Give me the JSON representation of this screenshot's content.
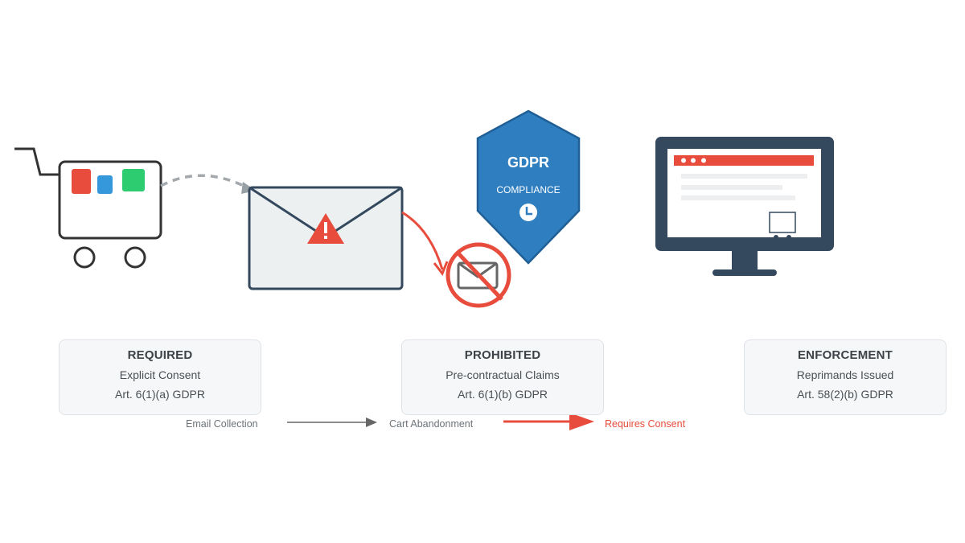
{
  "colors": {
    "accent_red": "#e74c3c",
    "gdpr_blue": "#2f7fc0",
    "dark_slate": "#34495e",
    "cart_red": "#e74c3c",
    "cart_blue": "#3498db",
    "cart_green": "#2ecc71",
    "arrow_gray": "#7f8c8d"
  },
  "icons": {
    "cart": "shopping-cart-icon",
    "email": "email-warning-icon",
    "blocked_email": "blocked-email-icon",
    "shield": "gdpr-shield-icon",
    "monitor": "monitor-icon"
  },
  "shield": {
    "title": "GDPR",
    "subtitle": "COMPLIANCE"
  },
  "cards": [
    {
      "title": "REQUIRED",
      "subtitle": "Explicit Consent",
      "article": "Art. 6(1)(a) GDPR"
    },
    {
      "title": "PROHIBITED",
      "subtitle": "Pre-contractual Claims",
      "article": "Art. 6(1)(b) GDPR"
    },
    {
      "title": "ENFORCEMENT",
      "subtitle": "Reprimands Issued",
      "article": "Art. 58(2)(b) GDPR"
    }
  ],
  "flow": {
    "step1": "Email Collection",
    "step2": "Cart Abandonment",
    "step3": "Requires Consent"
  }
}
